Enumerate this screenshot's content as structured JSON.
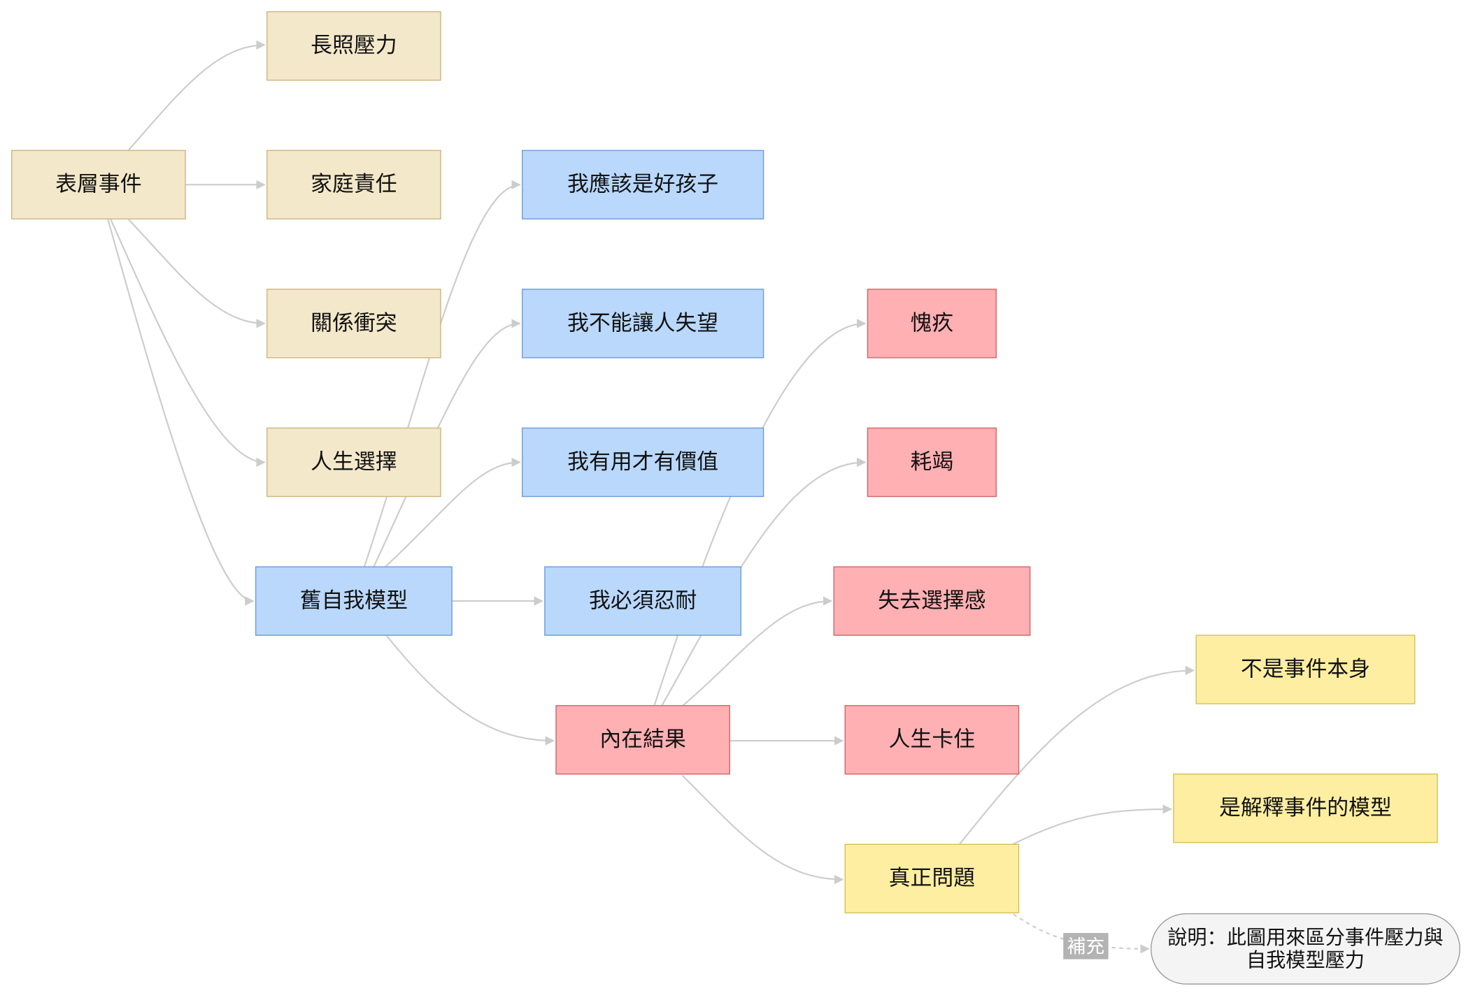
{
  "colors": {
    "tan_fill": "#f4e8cb",
    "blue_fill": "#b9d8fb",
    "red_fill": "#ffb0b3",
    "yellow_fill": "#fdeea2",
    "note_fill": "#f4f4f4",
    "edge": "#cccccc"
  },
  "nodes": {
    "surface_events": "表層事件",
    "long_term_care_pressure": "長照壓力",
    "family_responsibility": "家庭責任",
    "relationship_conflict": "關係衝突",
    "life_choice": "人生選擇",
    "old_self_model": "舊自我模型",
    "should_be_good_child": "我應該是好孩子",
    "cannot_disappoint": "我不能讓人失望",
    "worth_if_useful": "我有用才有價值",
    "must_endure": "我必須忍耐",
    "inner_result": "內在結果",
    "guilt": "愧疚",
    "exhaustion": "耗竭",
    "loss_of_choice": "失去選擇感",
    "life_stuck": "人生卡住",
    "real_problem": "真正問題",
    "not_the_event": "不是事件本身",
    "model_interpreting_event": "是解釋事件的模型",
    "note": "說明：此圖用來區分事件壓力與自我模型壓力"
  },
  "edge_labels": {
    "supplement": "補充"
  }
}
